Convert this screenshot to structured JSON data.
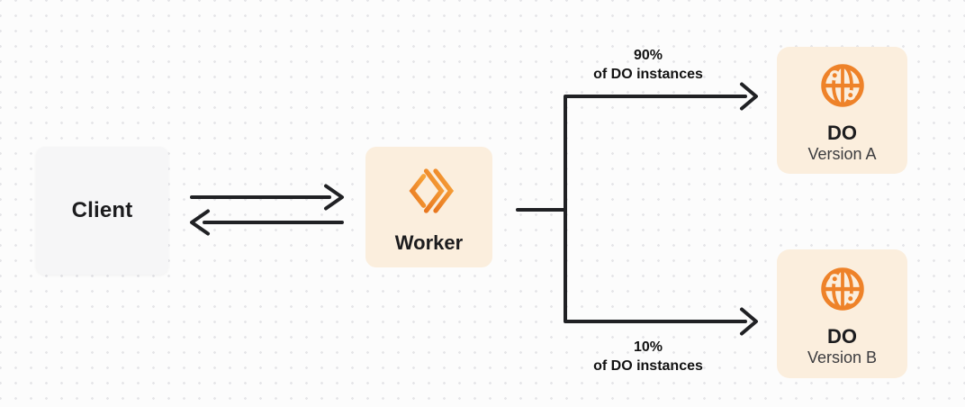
{
  "nodes": {
    "client": {
      "label": "Client"
    },
    "worker": {
      "label": "Worker",
      "icon": "workers-logo-icon"
    },
    "do_version_a": {
      "title": "DO",
      "subtitle": "Version A",
      "icon": "globe-icon"
    },
    "do_version_b": {
      "title": "DO",
      "subtitle": "Version B",
      "icon": "globe-icon"
    }
  },
  "edges": {
    "branch_a": {
      "percent": "90%",
      "caption": "of DO instances"
    },
    "branch_b": {
      "percent": "10%",
      "caption": "of DO instances"
    }
  },
  "colors": {
    "background": "#FCFCFC",
    "dot_grid": "#E5E5E8",
    "accent_orange": "#EE8229",
    "worker_logo_gradient_start": "#E8771F",
    "worker_logo_gradient_end": "#F7A43B",
    "node_peach": "#FBEEDD",
    "node_gray": "#F6F6F7",
    "connector_dark": "#202124",
    "text_dark": "#1C1C1E",
    "text_secondary": "#3C3C3F"
  }
}
